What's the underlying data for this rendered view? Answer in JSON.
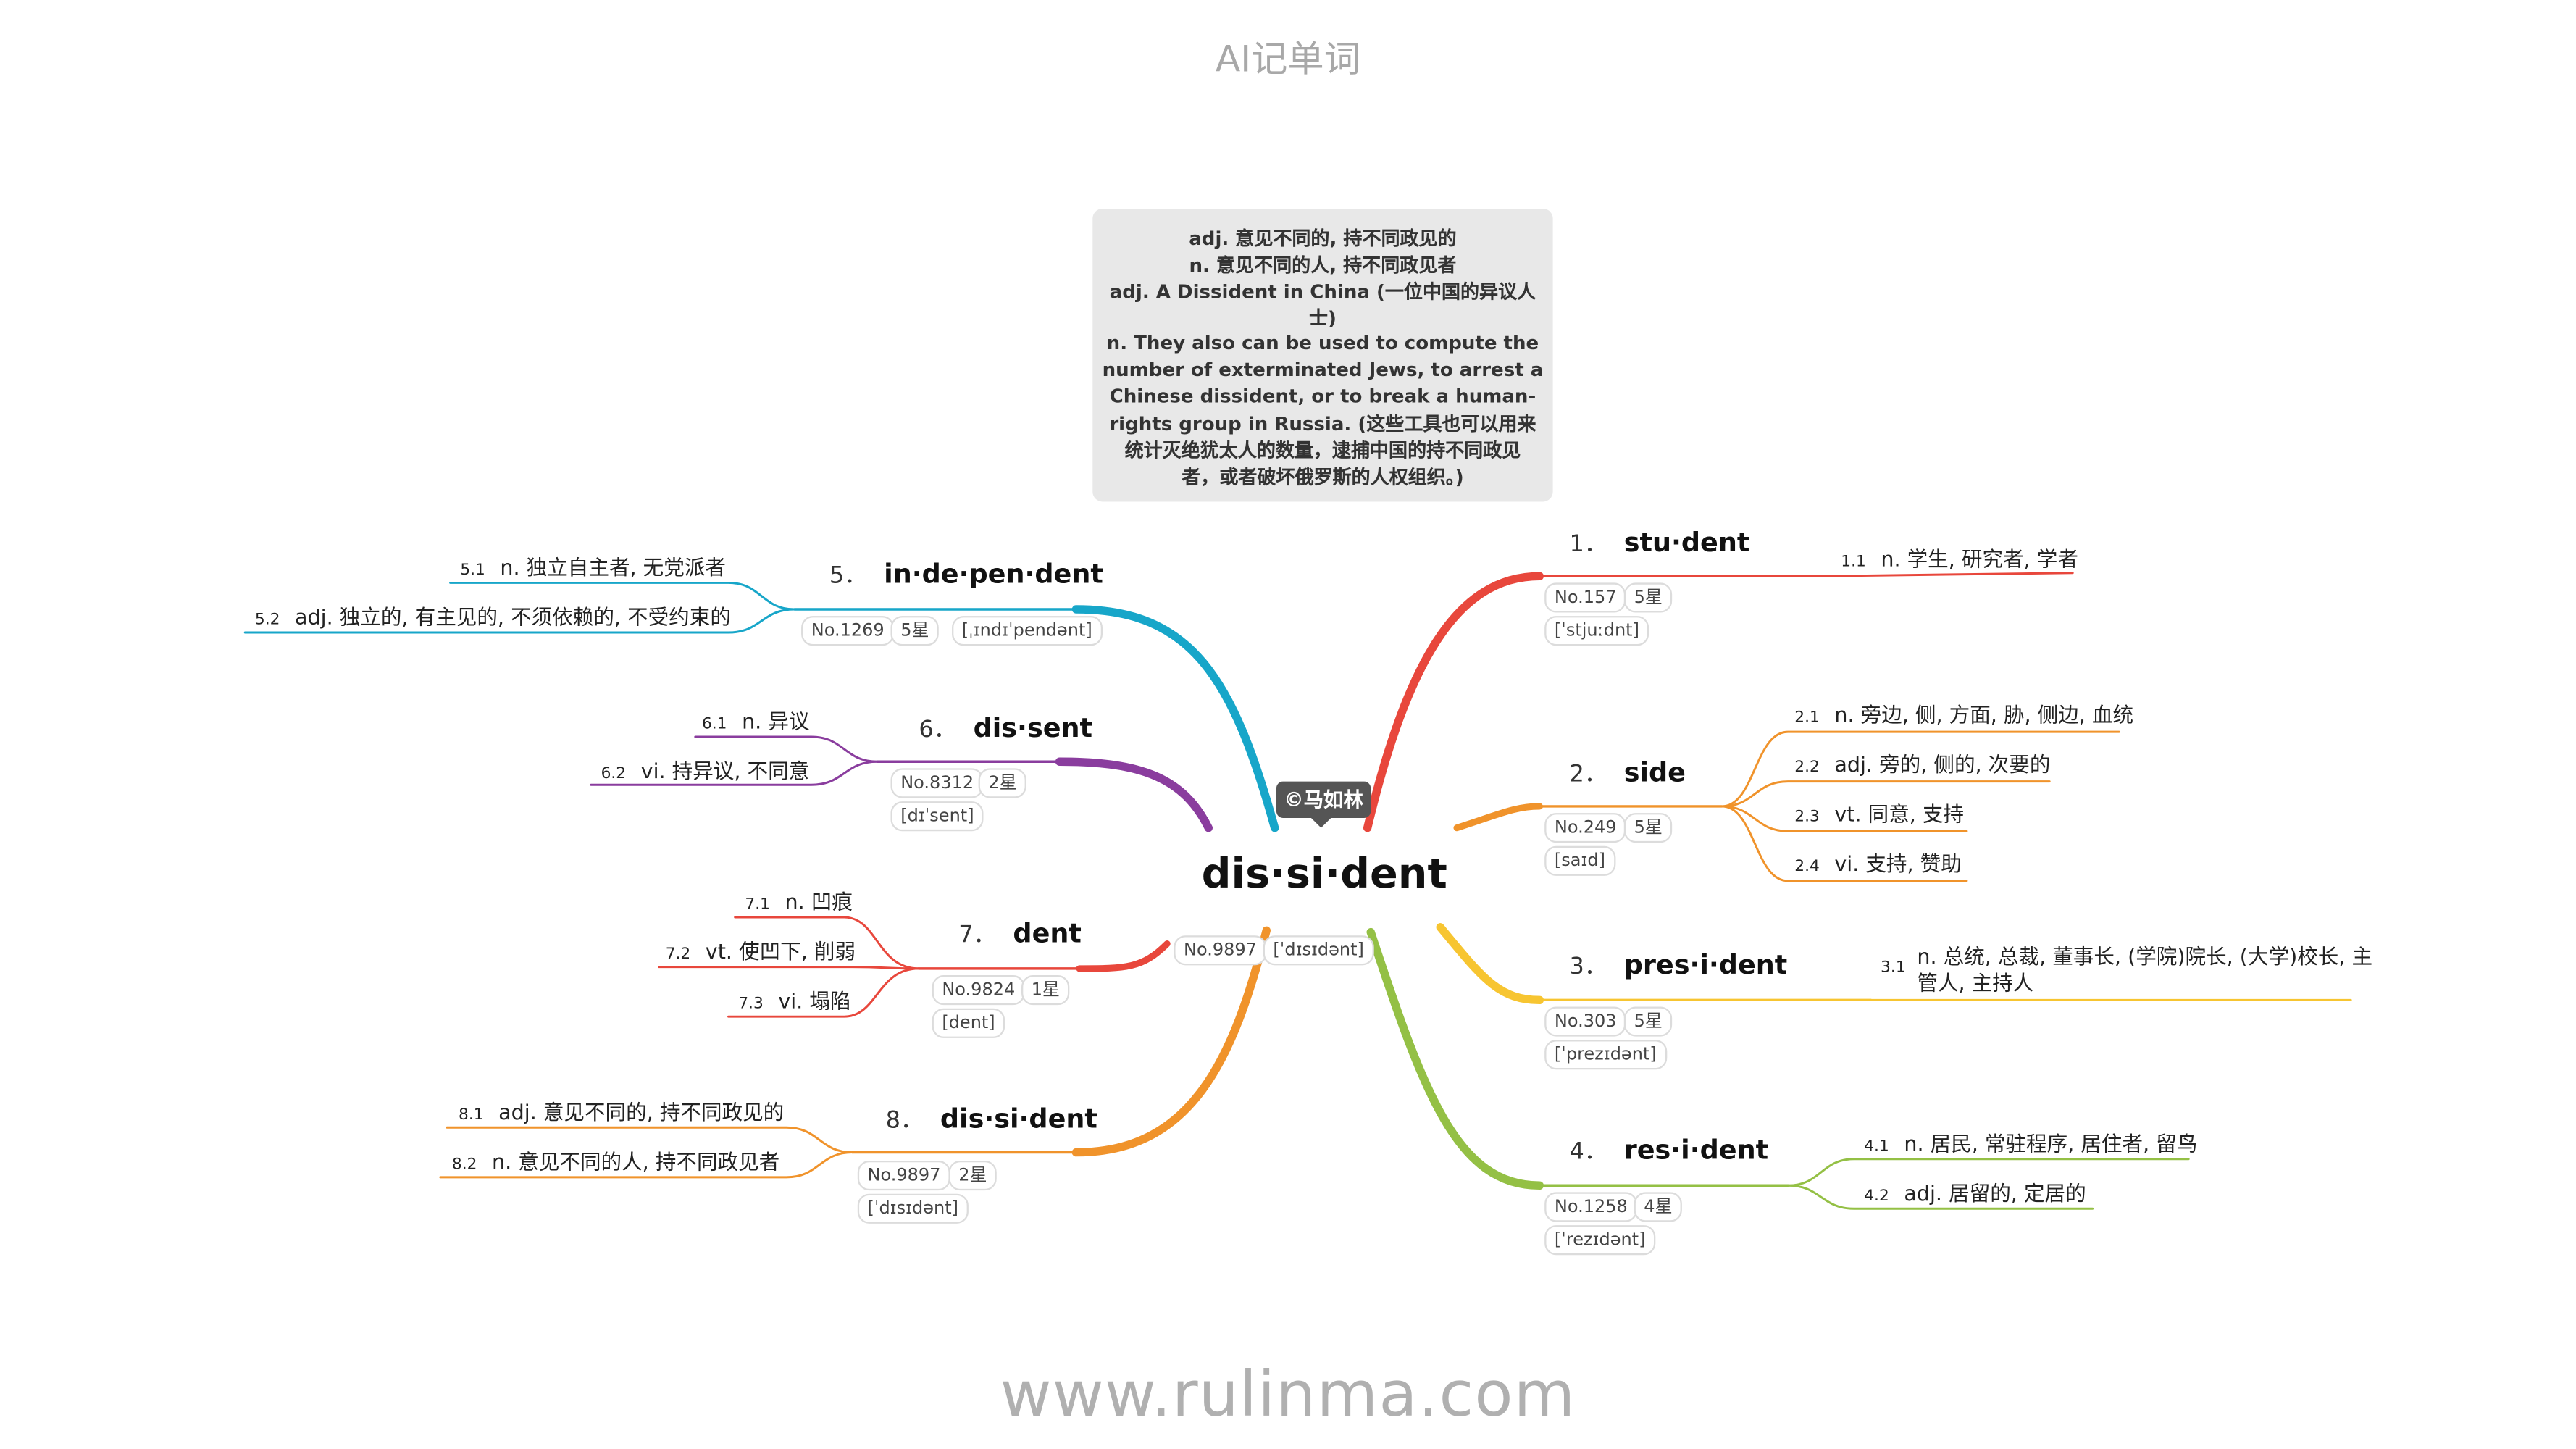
{
  "header": {
    "title": "AI记单词"
  },
  "footer": {
    "url": "www.rulinma.com"
  },
  "note": {
    "lines": [
      "adj. 意见不同的, 持不同政见的",
      "n. 意见不同的人, 持不同政见者",
      "adj. A Dissident in China (一位中国的异议人",
      "士)",
      "n. They also can be used to compute the",
      "number of exterminated Jews, to arrest a",
      "Chinese dissident, or to break a human-",
      "rights group in Russia. (这些工具也可以用来",
      "统计灭绝犹太人的数量，逮捕中国的持不同政见",
      "者，或者破坏俄罗斯的人权组织。)"
    ]
  },
  "watermark": "©马如林",
  "center": {
    "word": "dis·si·dent",
    "no": "No.9897",
    "phon": "[ˈdɪsɪdənt]"
  },
  "colors": {
    "n1": "#e8473c",
    "n2": "#f0932b",
    "n3": "#f7c531",
    "n4": "#94c045",
    "n5": "#17a6c9",
    "n6": "#8a3d9e",
    "n7": "#e8473c",
    "n8": "#f0932b"
  },
  "nodes": [
    {
      "num": "1．",
      "word": "stu·dent",
      "no": "No.157",
      "stars": "5星",
      "phon": "[ˈstjuːdnt]",
      "defs": [
        {
          "n": "1.1",
          "t": "n. 学生, 研究者, 学者"
        }
      ]
    },
    {
      "num": "2．",
      "word": "side",
      "no": "No.249",
      "stars": "5星",
      "phon": "[saɪd]",
      "defs": [
        {
          "n": "2.1",
          "t": "n. 旁边, 侧, 方面, 胁, 侧边, 血统"
        },
        {
          "n": "2.2",
          "t": "adj. 旁的, 侧的, 次要的"
        },
        {
          "n": "2.3",
          "t": "vt. 同意, 支持"
        },
        {
          "n": "2.4",
          "t": "vi. 支持, 赞助"
        }
      ]
    },
    {
      "num": "3．",
      "word": "pres·i·dent",
      "no": "No.303",
      "stars": "5星",
      "phon": "[ˈprezɪdənt]",
      "defs": [
        {
          "n": "3.1",
          "t1": "n. 总统, 总裁, 董事长, (学院)院长, (大学)校长, 主",
          "t2": "管人, 主持人"
        }
      ]
    },
    {
      "num": "4．",
      "word": "res·i·dent",
      "no": "No.1258",
      "stars": "4星",
      "phon": "[ˈrezɪdənt]",
      "defs": [
        {
          "n": "4.1",
          "t": "n. 居民, 常驻程序, 居住者, 留鸟"
        },
        {
          "n": "4.2",
          "t": "adj. 居留的, 定居的"
        }
      ]
    },
    {
      "num": "5．",
      "word": "in·de·pen·dent",
      "no": "No.1269",
      "stars": "5星",
      "phon": "[ˌɪndɪˈpendənt]",
      "defs": [
        {
          "n": "5.1",
          "t": "n. 独立自主者, 无党派者"
        },
        {
          "n": "5.2",
          "t": "adj. 独立的, 有主见的, 不须依赖的, 不受约束的"
        }
      ]
    },
    {
      "num": "6．",
      "word": "dis·sent",
      "no": "No.8312",
      "stars": "2星",
      "phon": "[dɪˈsent]",
      "defs": [
        {
          "n": "6.1",
          "t": "n. 异议"
        },
        {
          "n": "6.2",
          "t": "vi. 持异议, 不同意"
        }
      ]
    },
    {
      "num": "7．",
      "word": "dent",
      "no": "No.9824",
      "stars": "1星",
      "phon": "[dent]",
      "defs": [
        {
          "n": "7.1",
          "t": "n. 凹痕"
        },
        {
          "n": "7.2",
          "t": "vt. 使凹下, 削弱"
        },
        {
          "n": "7.3",
          "t": "vi. 塌陷"
        }
      ]
    },
    {
      "num": "8．",
      "word": "dis·si·dent",
      "no": "No.9897",
      "stars": "2星",
      "phon": "[ˈdɪsɪdənt]",
      "defs": [
        {
          "n": "8.1",
          "t": "adj. 意见不同的, 持不同政见的"
        },
        {
          "n": "8.2",
          "t": "n. 意见不同的人, 持不同政见者"
        }
      ]
    }
  ]
}
